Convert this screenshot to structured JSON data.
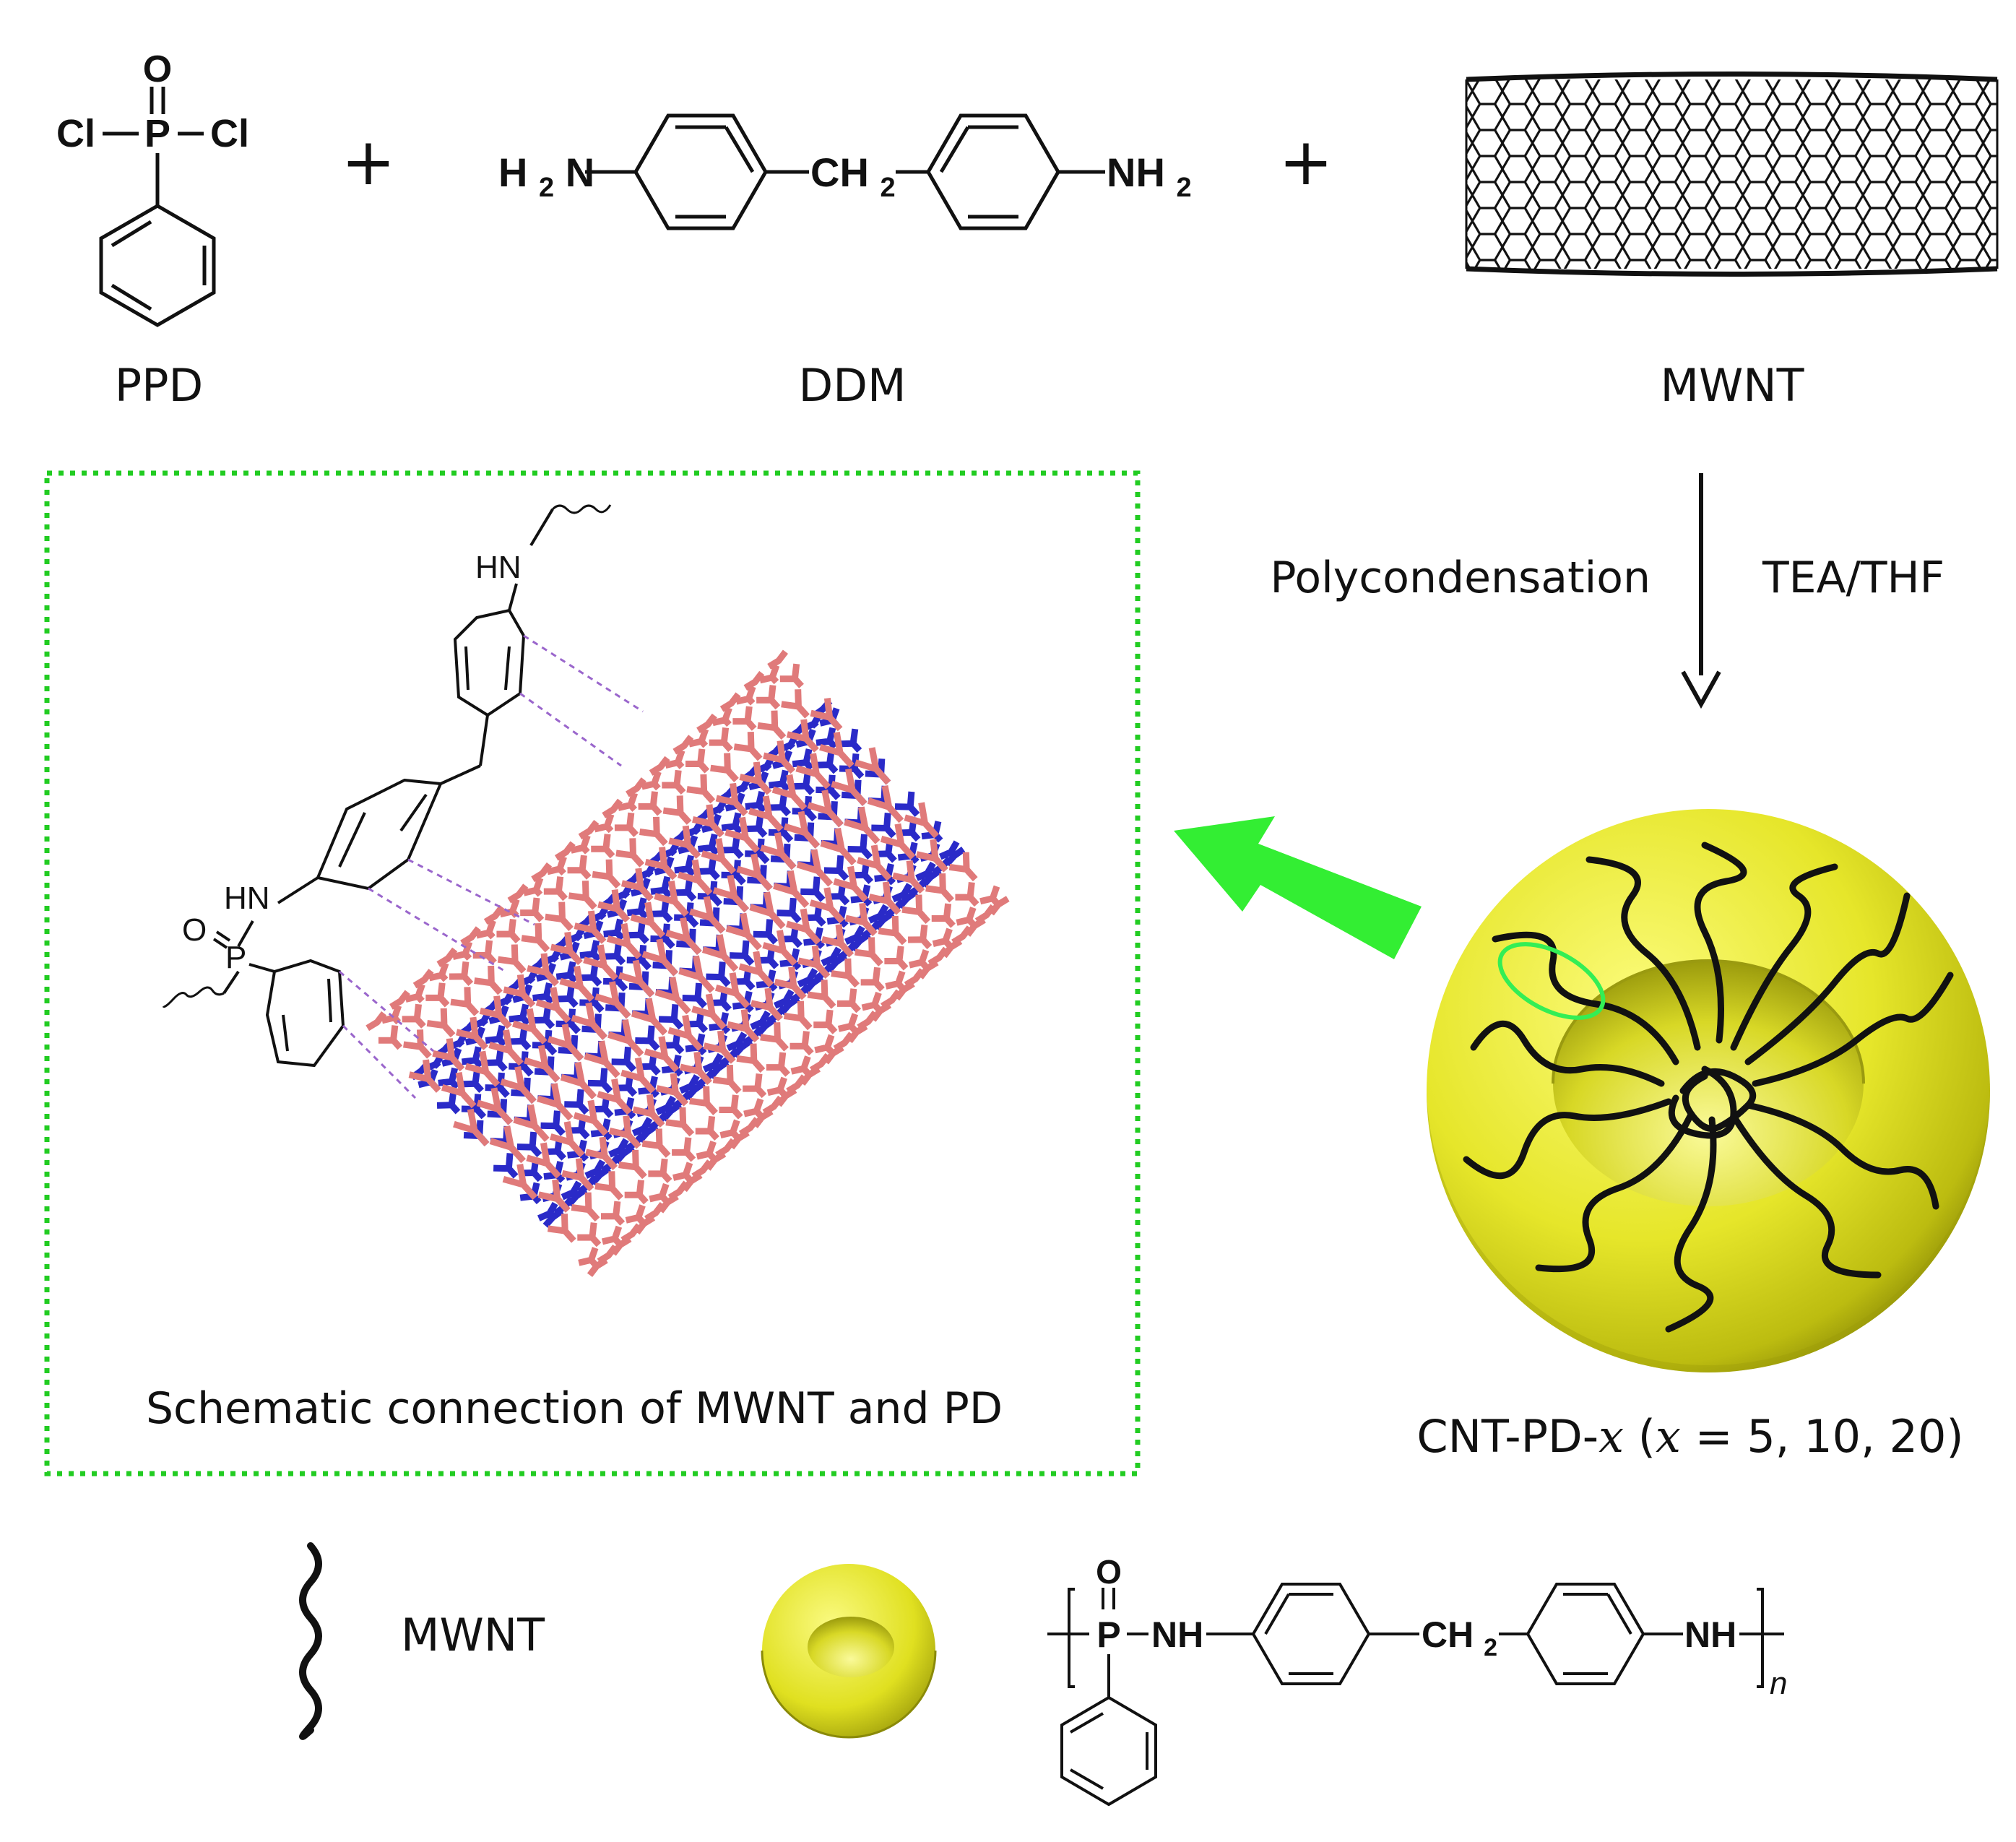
{
  "reactants": {
    "ppd": {
      "label": "PPD",
      "atoms": {
        "oxygen": "O",
        "phosphorus": "P",
        "chlorine_left": "Cl",
        "chlorine_right": "Cl"
      }
    },
    "plus_1": "+",
    "ddm": {
      "label": "DDM",
      "groups": {
        "amine_left_h": "H",
        "amine_left_sub": "2",
        "amine_left_n": "N",
        "methylene": "CH",
        "methylene_sub": "2",
        "amine_right": "NH",
        "amine_right_sub": "2"
      }
    },
    "plus_2": "+",
    "mwnt": {
      "label": "MWNT"
    }
  },
  "reaction": {
    "left_condition": "Polycondensation",
    "right_condition": "TEA/THF"
  },
  "schematic_panel": {
    "caption": "Schematic connection of MWNT and PD",
    "labels": {
      "top_amine": "HN",
      "mid_amine": "HN",
      "oxygen": "O",
      "phosphorus": "P"
    }
  },
  "product": {
    "caption_prefix": "CNT-PD-",
    "caption_var": "x",
    "caption_paren_open": " (",
    "caption_var2": "x",
    "caption_values": " = 5, 10, 20)"
  },
  "legend": {
    "mwnt_label": "MWNT",
    "polymer": {
      "oxygen": "O",
      "phosphorus": "P",
      "nh_left": "NH",
      "methylene": "CH",
      "methylene_sub": "2",
      "nh_right": "NH",
      "repeat": "n"
    }
  },
  "colors": {
    "nanotube_outer": "#e07a7a",
    "nanotube_inner": "#2a2ac8",
    "sphere": "#e6e62a",
    "arrow_green": "#33ee33",
    "panel_border": "#22cc22",
    "interaction_lines": "#9a66cc"
  }
}
